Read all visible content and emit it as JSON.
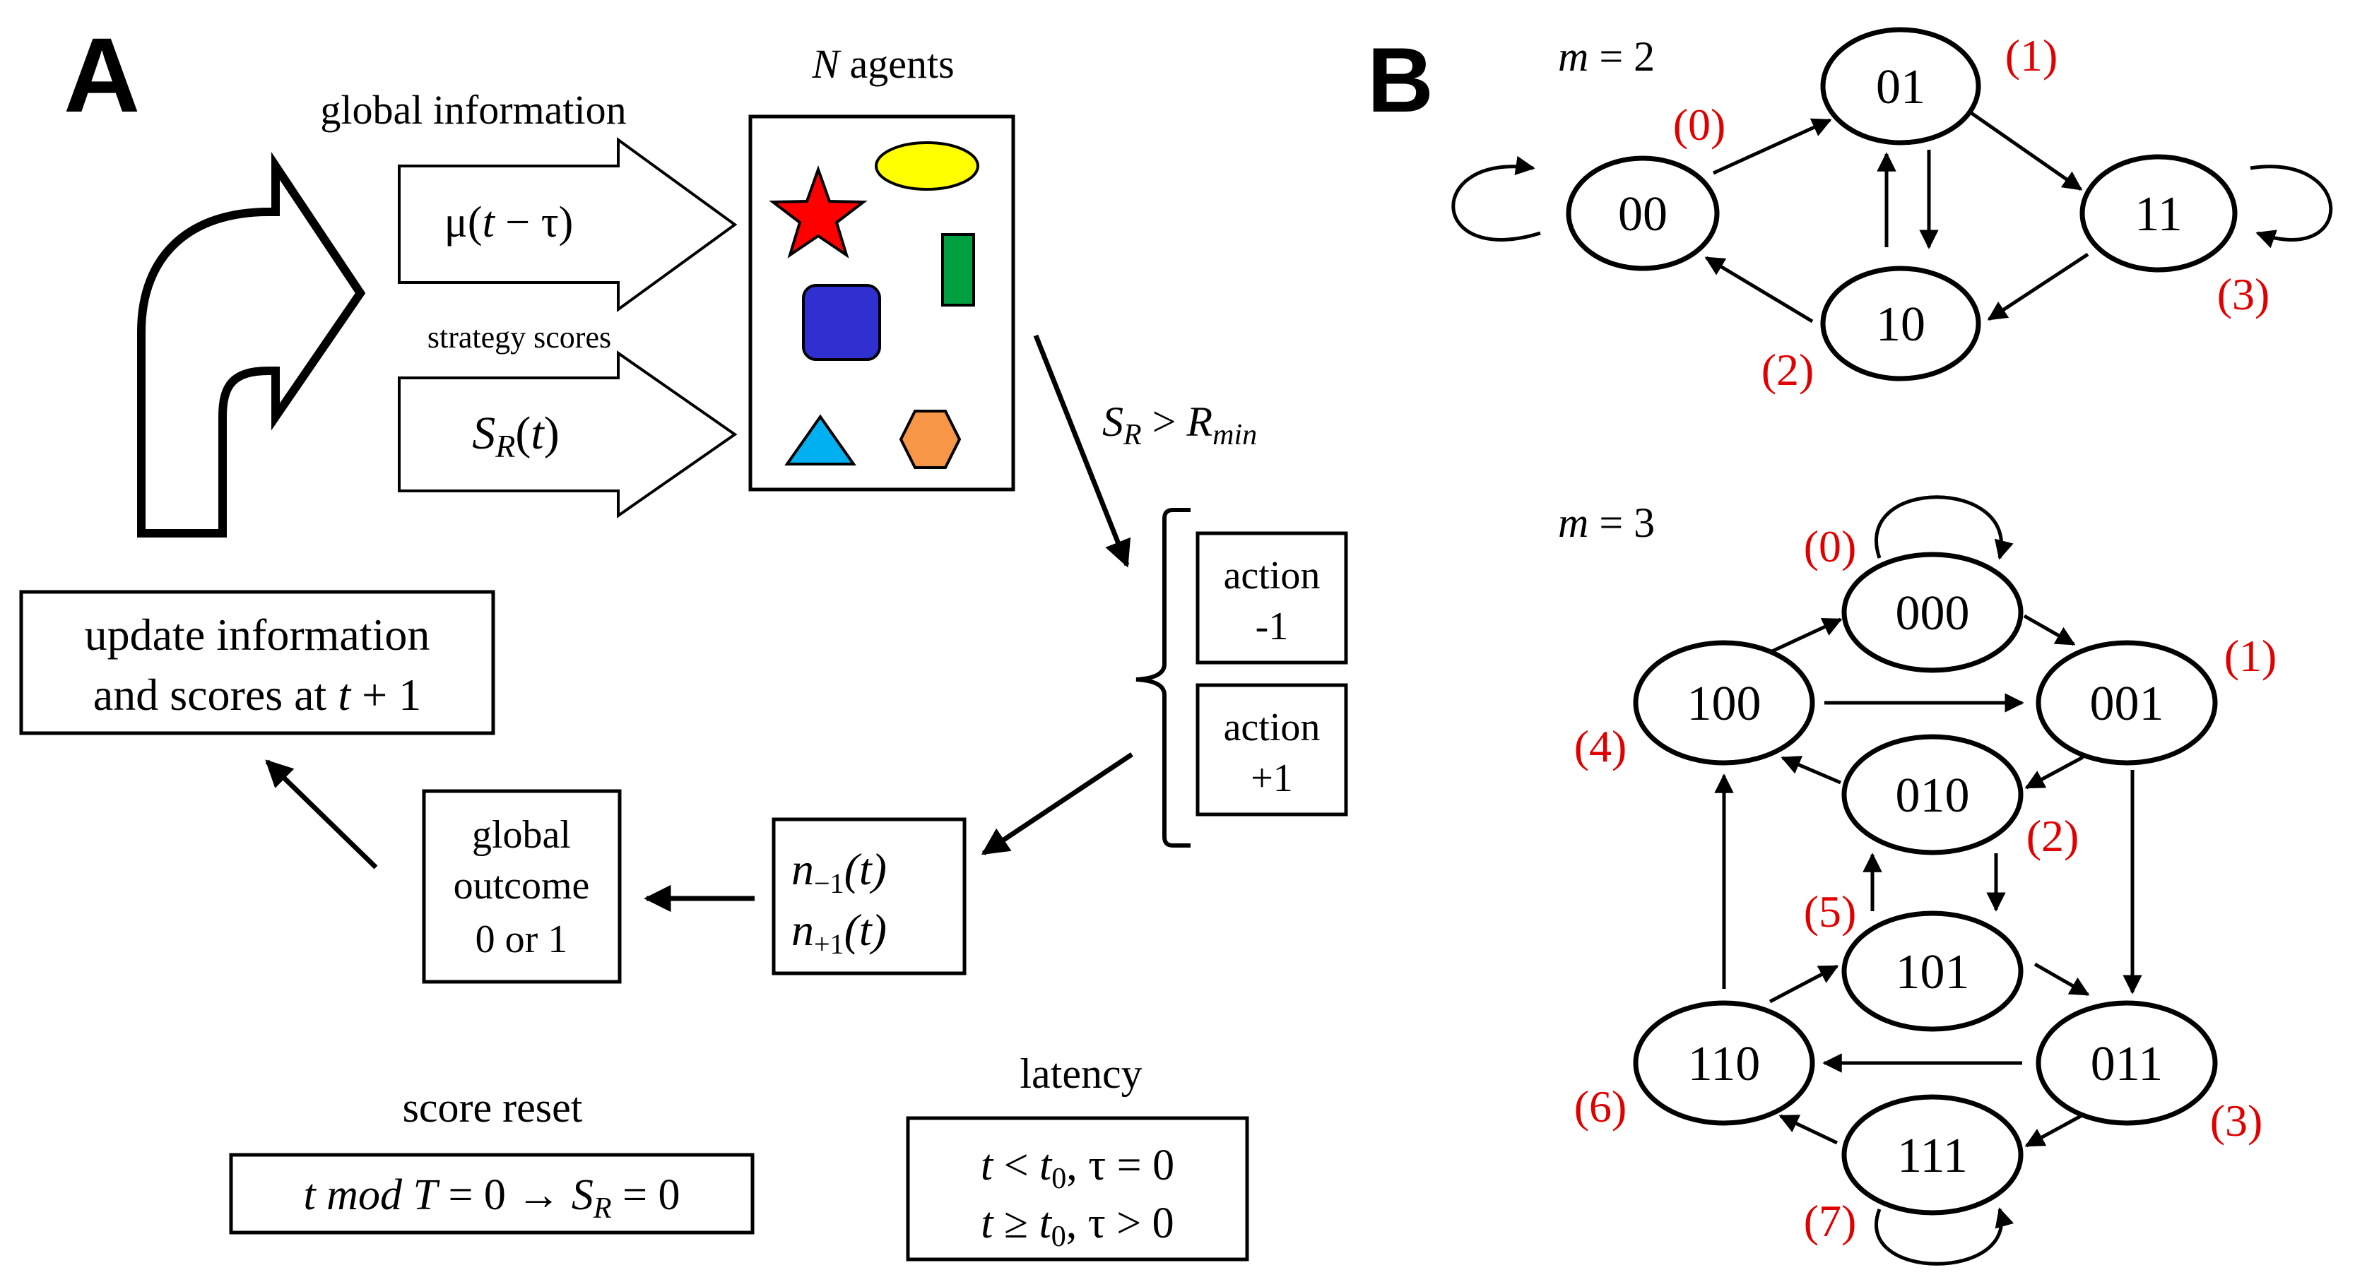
{
  "panel_a": {
    "letter": "A",
    "agents_title_var": "N",
    "agents_title_text": " agents",
    "global_info_label": "global information",
    "mu_box_pre": "μ(",
    "mu_box_t": "t",
    "mu_box_post": " − τ)",
    "strategy_scores_label": "strategy scores",
    "sr_box_s": "S",
    "sr_box_sub": "R",
    "sr_box_open": "(",
    "sr_box_t": "t",
    "sr_box_close": ")",
    "condition_s": "S",
    "condition_sub": "R",
    "condition_gt": " > ",
    "condition_r": "R",
    "condition_rsub": "min",
    "action_minus_line1": "action",
    "action_minus_line2": "-1",
    "action_plus_line1": "action",
    "action_plus_line2": "+1",
    "counts_line1_n": "n",
    "counts_line1_sub": "−1",
    "counts_line1_rest": "(t)",
    "counts_line2_n": "n",
    "counts_line2_sub": "+1",
    "counts_line2_rest": "(t)",
    "outcome_line1": "global",
    "outcome_line2": "outcome",
    "outcome_line3": "0 or 1",
    "update_line1": "update information",
    "update_line2_pre": "and scores at ",
    "update_line2_t": "t",
    "update_line2_post": " + 1",
    "score_reset_title": "score reset",
    "score_reset_formula_pre": "t mod T",
    "score_reset_formula_mid": " = 0  → ",
    "score_reset_formula_s": "S",
    "score_reset_formula_sub": "R",
    "score_reset_formula_post": " = 0",
    "latency_title": "latency",
    "latency_line1_t": "t",
    "latency_line1_lt": " < ",
    "latency_line1_t0": "t",
    "latency_line1_t0sub": "0",
    "latency_line1_tau": ", τ = 0",
    "latency_line2_t": "t",
    "latency_line2_ge": "  ≥  ",
    "latency_line2_t0": "t",
    "latency_line2_t0sub": "0",
    "latency_line2_tau": ", τ > 0"
  },
  "panel_b": {
    "letter": "B",
    "m2_var": "m",
    "m2_eq": " = 2",
    "m2_states": [
      {
        "label": "00",
        "index": "(0)"
      },
      {
        "label": "01",
        "index": "(1)"
      },
      {
        "label": "10",
        "index": "(2)"
      },
      {
        "label": "11",
        "index": "(3)"
      }
    ],
    "m3_var": "m",
    "m3_eq": " = 3",
    "m3_states": [
      {
        "label": "000",
        "index": "(0)"
      },
      {
        "label": "001",
        "index": "(1)"
      },
      {
        "label": "010",
        "index": "(2)"
      },
      {
        "label": "011",
        "index": "(3)"
      },
      {
        "label": "100",
        "index": "(4)"
      },
      {
        "label": "101",
        "index": "(5)"
      },
      {
        "label": "110",
        "index": "(6)"
      },
      {
        "label": "111",
        "index": "(7)"
      }
    ]
  },
  "colors": {
    "stroke": "#000000",
    "state_index": "#e00000",
    "star": "#ff0000",
    "ellipse": "#ffff00",
    "rectangle": "#00a040",
    "square": "#3030d0",
    "hexagon": "#f79646",
    "triangle": "#00b0f0"
  }
}
